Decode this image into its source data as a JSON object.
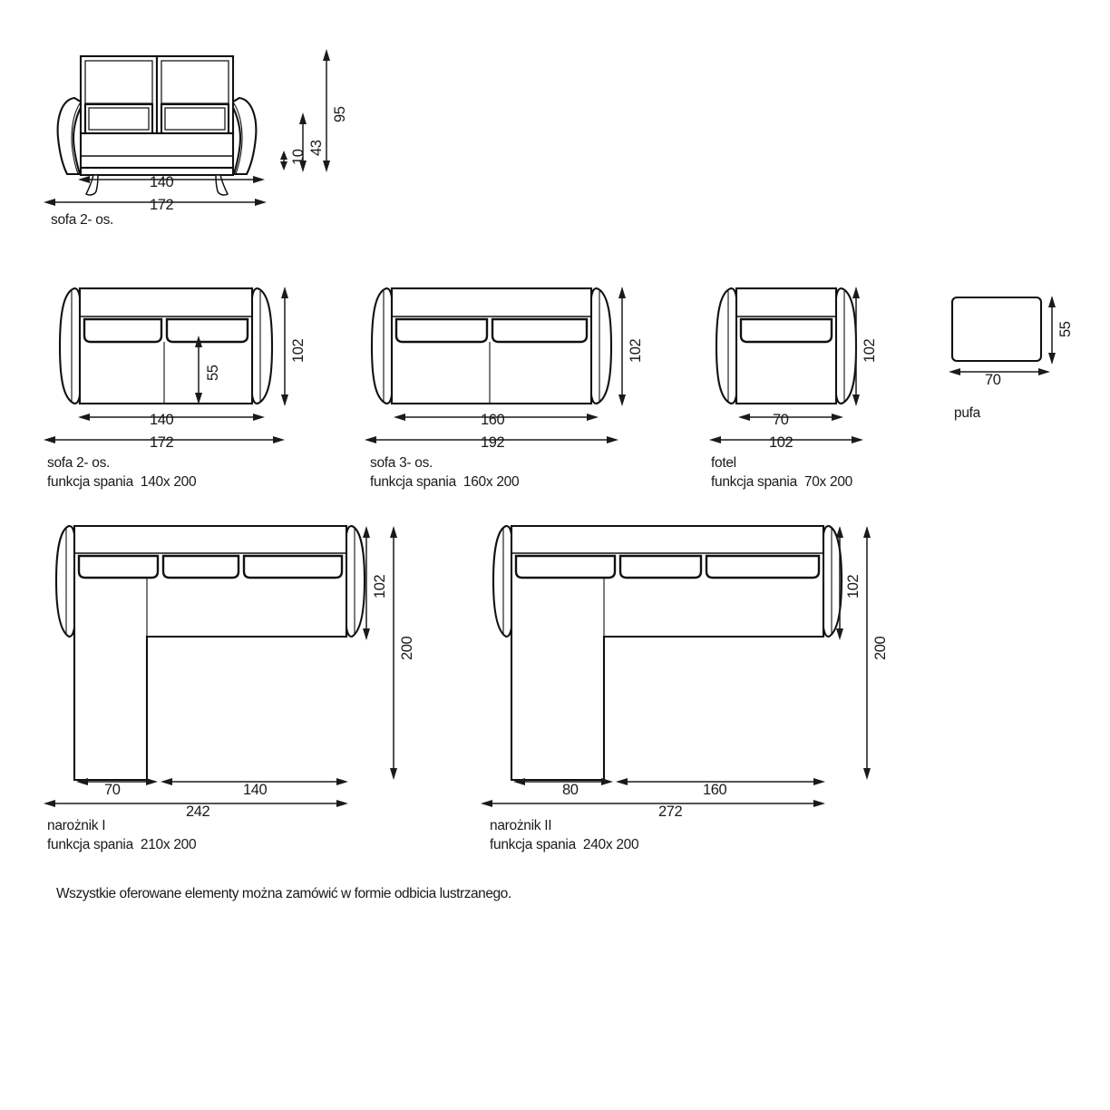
{
  "document": {
    "type": "furniture-dimension-sheet",
    "language": "pl",
    "units": "cm",
    "footnote": "Wszystkie oferowane elementy można zamówić w formie odbicia lustrzanego."
  },
  "items": [
    {
      "id": "sofa-2-front",
      "view": "front",
      "caption_lines": [
        "sofa 2- os."
      ],
      "dimensions": {
        "width_seat": "140",
        "width_total": "172",
        "height_total": "95",
        "height_seat": "43",
        "height_leg": "10"
      }
    },
    {
      "id": "sofa-2-top",
      "view": "top",
      "caption_lines": [
        "sofa 2- os.",
        "funkcja spania  140x 200"
      ],
      "dimensions": {
        "width_seat": "140",
        "width_total": "172",
        "depth_total": "102",
        "depth_seat": "55"
      }
    },
    {
      "id": "sofa-3-top",
      "view": "top",
      "caption_lines": [
        "sofa 3- os.",
        "funkcja spania  160x 200"
      ],
      "dimensions": {
        "width_seat": "160",
        "width_total": "192",
        "depth_total": "102"
      }
    },
    {
      "id": "fotel-top",
      "view": "top",
      "caption_lines": [
        "fotel",
        "funkcja spania  70x 200"
      ],
      "dimensions": {
        "width_seat": "70",
        "width_total": "102",
        "depth_total": "102"
      }
    },
    {
      "id": "pufa-top",
      "view": "top",
      "caption_lines": [
        "pufa"
      ],
      "dimensions": {
        "width_total": "70",
        "depth_total": "55"
      }
    },
    {
      "id": "naroznik-1-top",
      "view": "top",
      "caption_lines": [
        "narożnik I",
        "funkcja spania  210x 200"
      ],
      "dimensions": {
        "chaise_width": "70",
        "main_width": "140",
        "width_total": "242",
        "depth_back": "102",
        "depth_total": "200"
      }
    },
    {
      "id": "naroznik-2-top",
      "view": "top",
      "caption_lines": [
        "narożnik II",
        "funkcja spania  240x 200"
      ],
      "dimensions": {
        "chaise_width": "80",
        "main_width": "160",
        "width_total": "272",
        "depth_back": "102",
        "depth_total": "200"
      }
    }
  ],
  "colors": {
    "line": "#111111",
    "dimension": "#1a1a1a",
    "background": "#ffffff"
  }
}
